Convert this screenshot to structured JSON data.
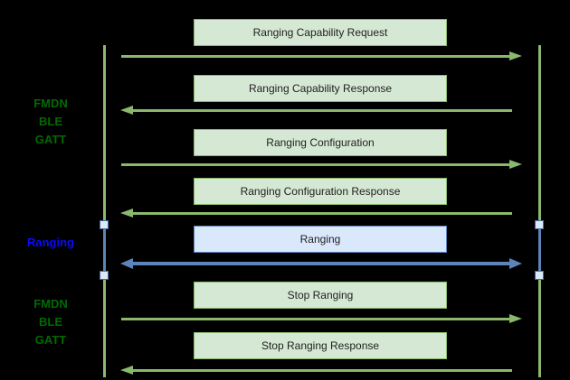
{
  "diagram": {
    "type": "sequence-diagram",
    "title_visible": false,
    "left_labels": {
      "fmdn_top": "FMDN\nBLE\nGATT",
      "ranging": "Ranging",
      "fmdn_bottom": "FMDN\nBLE\nGATT"
    },
    "lifelines": {
      "count": 2,
      "color": "#8ab86c",
      "ranging_segment_color": "#5d84b8"
    },
    "messages": [
      {
        "label": "Ranging Capability Request",
        "direction": "right",
        "style": "green"
      },
      {
        "label": "Ranging Capability Response",
        "direction": "left",
        "style": "green"
      },
      {
        "label": "Ranging Configuration",
        "direction": "right",
        "style": "green"
      },
      {
        "label": "Ranging Configuration Response",
        "direction": "left",
        "style": "green"
      },
      {
        "label": "Ranging",
        "direction": "both",
        "style": "blue"
      },
      {
        "label": "Stop Ranging",
        "direction": "right",
        "style": "green"
      },
      {
        "label": "Stop Ranging Response",
        "direction": "left",
        "style": "green"
      }
    ]
  },
  "colors": {
    "green_stroke": "#8ab86c",
    "green_fill": "#d5e8d4",
    "label_green": "#006b00",
    "label_blue": "#0a0aff",
    "blue_stroke": "#5d84b8",
    "blue_fill": "#dae8fc",
    "handle_fill": "#dce9f8",
    "handle_stroke": "#47699b",
    "box_text": "#1f1f1f",
    "bg": "#000000"
  }
}
